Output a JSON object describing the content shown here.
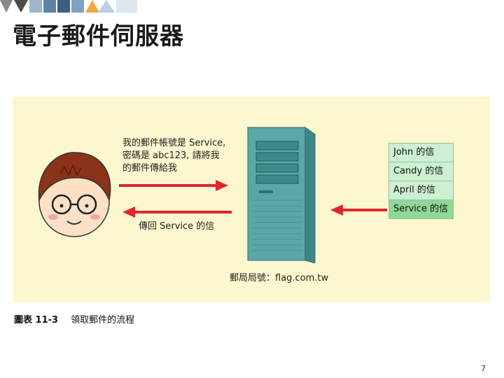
{
  "slide": {
    "title": "電子郵件伺服器",
    "page_number": "7"
  },
  "figure": {
    "request_bubble": [
      "我的郵件帳號是 Service,",
      "密碼是 abc123, 請將我",
      "的郵件傳給我"
    ],
    "response_bubble": "傳回 Service 的信",
    "post_office_label": "郵局局號：flag.com.tw",
    "mailbox": [
      "John 的信",
      "Candy 的信",
      "April 的信",
      "Service 的信"
    ],
    "active_mailbox": "Service 的信"
  },
  "caption": {
    "number": "圖表 11-3",
    "text": "領取郵件的流程"
  },
  "colors": {
    "figure_bg": "#fcf7cf",
    "arrow": "#e0262b",
    "mailbox_item": "#cdefd2",
    "mailbox_active": "#8fd898"
  }
}
